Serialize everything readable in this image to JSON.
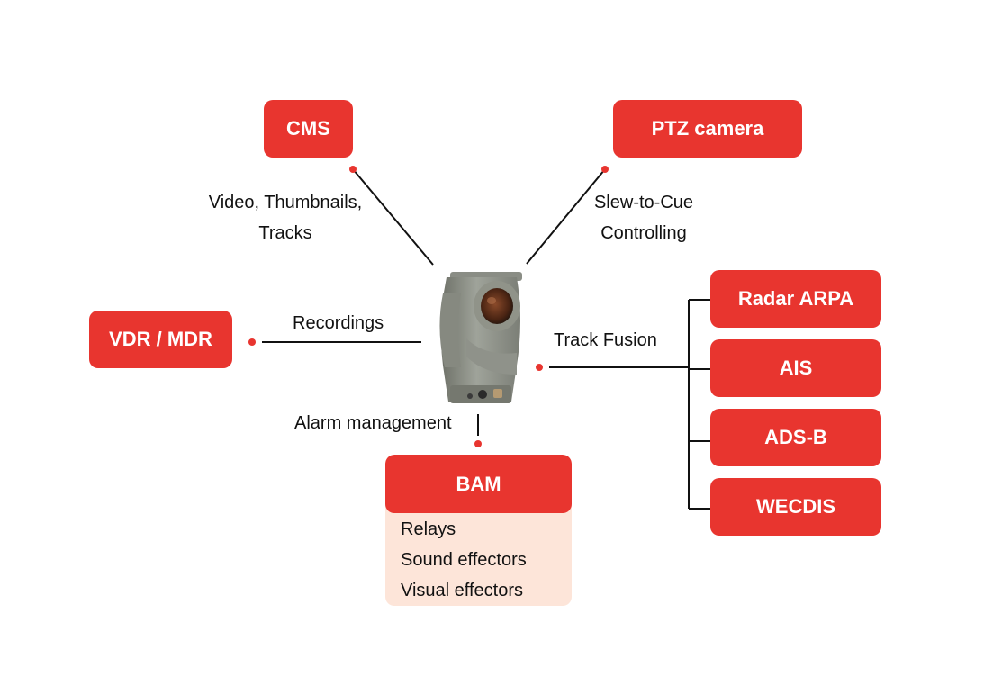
{
  "colors": {
    "accent": "#e8352f",
    "panel": "#fde5d9",
    "line": "#111111"
  },
  "nodes": {
    "cms": "CMS",
    "ptz": "PTZ camera",
    "vdr": "VDR / MDR",
    "radar": "Radar ARPA",
    "ais": "AIS",
    "adsb": "ADS-B",
    "wecdis": "WECDIS",
    "bam": "BAM"
  },
  "labels": {
    "cms_line1": "Video, Thumbnails,",
    "cms_line2": "Tracks",
    "ptz_line1": "Slew-to-Cue",
    "ptz_line2": "Controlling",
    "recordings": "Recordings",
    "track_fusion": "Track Fusion",
    "alarm": "Alarm management"
  },
  "bam_items": [
    "Relays",
    "Sound effectors",
    "Visual effectors"
  ],
  "center_device": "camera-device"
}
